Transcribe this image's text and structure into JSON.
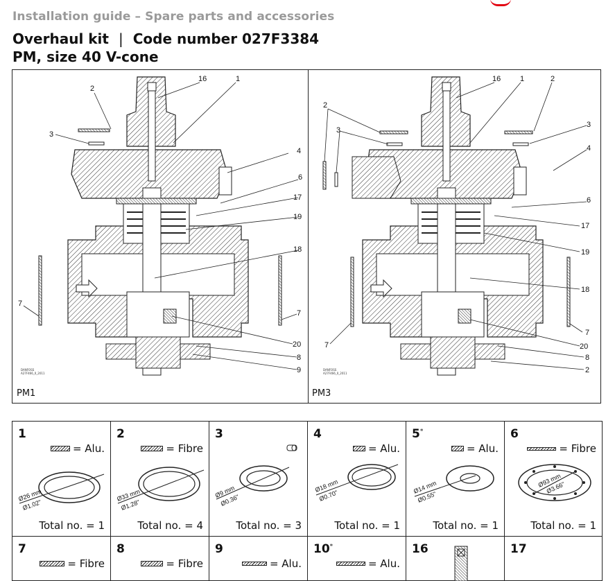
{
  "header": {
    "section": "Installation guide – Spare parts and accessories",
    "title_left": "Overhaul kit",
    "title_sep": "|",
    "title_right": "Code number 027F3384",
    "subtitle": "PM, size 40  V-cone"
  },
  "figures": [
    {
      "label": "PM1",
      "ref": "DANFOSS\nA27F466_0_2011"
    },
    {
      "label": "PM3",
      "ref": "DANFOSS\nA27F466_0_2011"
    }
  ],
  "left_callouts": [
    "2",
    "3",
    "16",
    "1",
    "4",
    "6",
    "17",
    "19",
    "18",
    "7",
    "7",
    "20",
    "8",
    "9"
  ],
  "right_callouts": [
    "2",
    "3",
    "16",
    "1",
    "2",
    "3",
    "4",
    "6",
    "17",
    "19",
    "18",
    "7",
    "7",
    "20",
    "8",
    "2"
  ],
  "parts": [
    {
      "num": "1",
      "star": "",
      "material": "= Alu.",
      "total": "Total no. = 1",
      "d_mm": "Ø26 mm",
      "d_in": "Ø1.02\""
    },
    {
      "num": "2",
      "star": "",
      "material": "= Fibre",
      "total": "Total no. = 4",
      "d_mm": "Ø33 mm",
      "d_in": "Ø1.28\""
    },
    {
      "num": "3",
      "star": "",
      "material": "",
      "total": "Total no. = 3",
      "d_mm": "Ø9 mm",
      "d_in": "Ø0.36\""
    },
    {
      "num": "4",
      "star": "",
      "material": "= Alu.",
      "total": "Total no. = 1",
      "d_mm": "Ø18 mm",
      "d_in": "Ø0.70\""
    },
    {
      "num": "5",
      "star": "*",
      "material": "= Alu.",
      "total": "Total no. = 1",
      "d_mm": "Ø14 mm",
      "d_in": "Ø0.55\""
    },
    {
      "num": "6",
      "star": "",
      "material": "= Fibre",
      "total": "Total no. = 1",
      "d_mm": "Ø93 mm",
      "d_in": "Ø3.66\""
    },
    {
      "num": "7",
      "star": "",
      "material": "= Fibre",
      "total": "",
      "d_mm": "",
      "d_in": ""
    },
    {
      "num": "8",
      "star": "",
      "material": "= Fibre",
      "total": "",
      "d_mm": "",
      "d_in": ""
    },
    {
      "num": "9",
      "star": "",
      "material": "= Alu.",
      "total": "",
      "d_mm": "",
      "d_in": ""
    },
    {
      "num": "10",
      "star": "*",
      "material": "= Alu.",
      "total": "",
      "d_mm": "",
      "d_in": ""
    },
    {
      "num": "16",
      "star": "",
      "material": "",
      "total": "",
      "d_mm": "",
      "d_in": ""
    },
    {
      "num": "17",
      "star": "",
      "material": "",
      "total": "",
      "d_mm": "",
      "d_in": ""
    }
  ]
}
